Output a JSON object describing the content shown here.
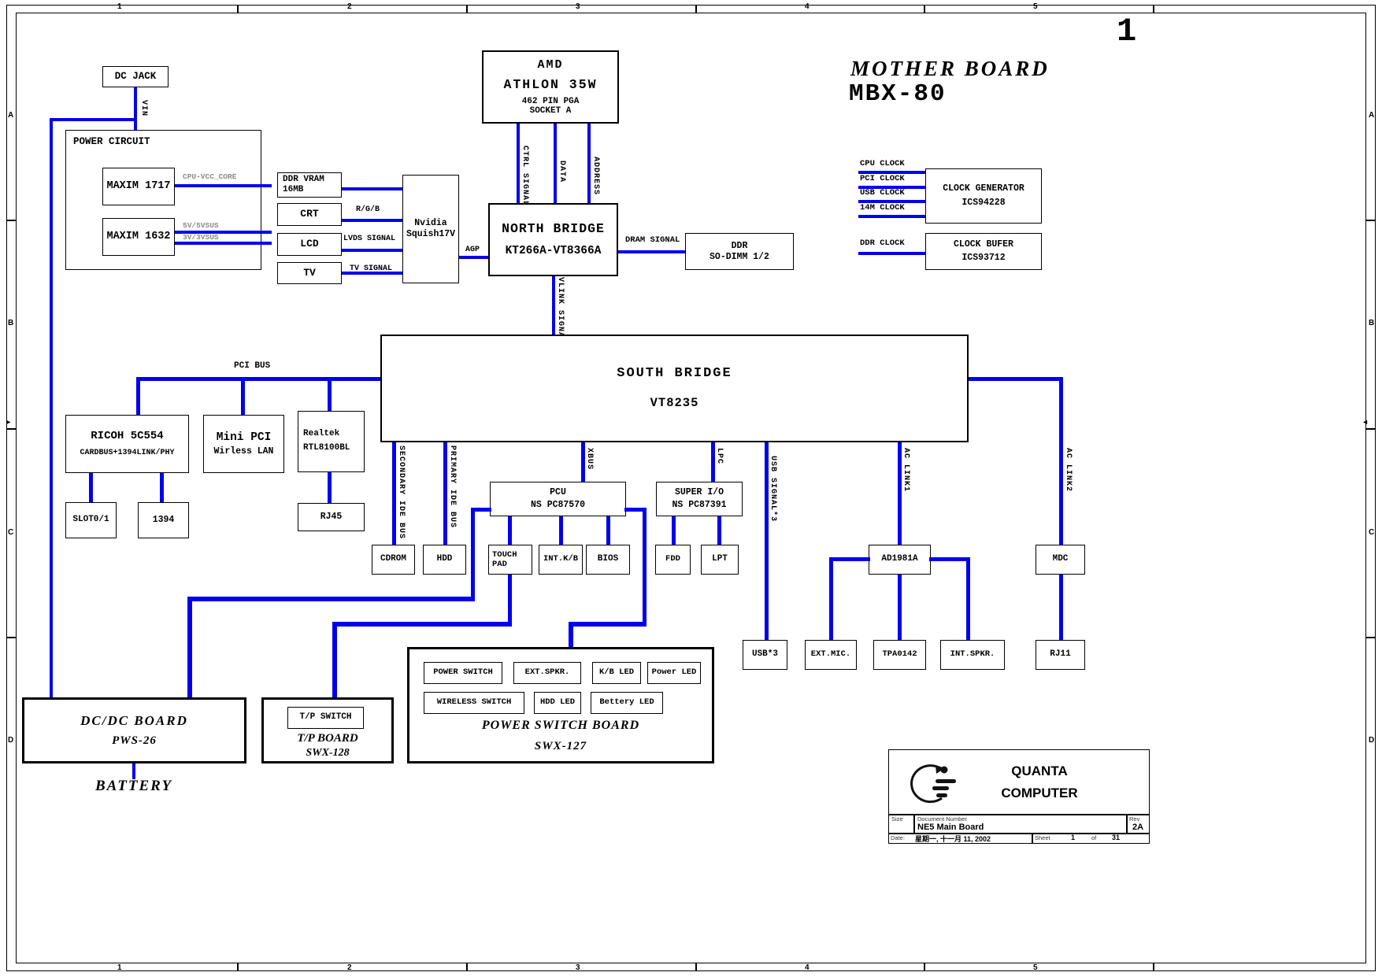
{
  "page": {
    "number": "1",
    "title": "MOTHER BOARD",
    "model": "MBX-80"
  },
  "zones": {
    "c1": "1",
    "c2": "2",
    "c3": "3",
    "c4": "4",
    "c5": "5",
    "rA": "A",
    "rB": "B",
    "rC": "C",
    "rD": "D"
  },
  "frame": {
    "arrow_left": "►",
    "arrow_right": "◄"
  },
  "colors": {
    "wire": "#0000EE",
    "gray_label": "#8a8a8a"
  },
  "blocks": {
    "dc_jack": "DC JACK",
    "power_circuit": "POWER CIRCUIT",
    "maxim1717": "MAXIM 1717",
    "maxim1632": "MAXIM 1632",
    "cpu": {
      "l1": "AMD",
      "l2": "ATHLON 35W",
      "l3": "462 PIN PGA",
      "l4": "SOCKET A"
    },
    "ddr_vram": {
      "l1": "DDR VRAM",
      "l2": "16MB"
    },
    "crt": "CRT",
    "lcd": "LCD",
    "tv": "TV",
    "nvidia": {
      "l1": "Nvidia",
      "l2": "Squish17V"
    },
    "north_bridge": {
      "l1": "NORTH BRIDGE",
      "l2": "KT266A-VT8366A"
    },
    "ddr_sodimm": {
      "l1": "DDR",
      "l2": "SO-DIMM 1/2"
    },
    "clock_gen": {
      "l1": "CLOCK GENERATOR",
      "l2": "ICS94228"
    },
    "clock_buf": {
      "l1": "CLOCK BUFER",
      "l2": "ICS93712"
    },
    "south_bridge": {
      "l1": "SOUTH BRIDGE",
      "l2": "VT8235"
    },
    "ricoh": {
      "l1": "RICOH 5C554",
      "l2": "CARDBUS+1394LINK/PHY"
    },
    "mini_pci": {
      "l1": "Mini PCI",
      "l2": "Wirless LAN"
    },
    "realtek": {
      "l1": "Realtek",
      "l2": "RTL8100BL"
    },
    "slot01": "SLOT0/1",
    "p1394": "1394",
    "rj45": "RJ45",
    "pcu": {
      "l1": "PCU",
      "l2": "NS PC87570"
    },
    "superio": {
      "l1": "SUPER I/O",
      "l2": "NS PC87391"
    },
    "cdrom": "CDROM",
    "hdd": "HDD",
    "touchpad": {
      "l1": "TOUCH",
      "l2": "PAD"
    },
    "intkb": "INT.K/B",
    "bios": "BIOS",
    "fdd": "FDD",
    "lpt": "LPT",
    "ad1981a": "AD1981A",
    "mdc": "MDC",
    "usb3": "USB*3",
    "extmic": "EXT.MIC.",
    "tpa0142": "TPA0142",
    "intspkr": "INT.SPKR.",
    "rj11": "RJ11",
    "dcdc": {
      "l1": "DC/DC BOARD",
      "l2": "PWS-26"
    },
    "battery": "BATTERY",
    "tp_board": {
      "l1": "T/P BOARD",
      "l2": "SWX-128"
    },
    "tp_switch": "T/P SWITCH",
    "psb": {
      "l1": "POWER SWITCH BOARD",
      "l2": "SWX-127"
    },
    "power_switch": "POWER SWITCH",
    "ext_spkr": "EXT.SPKR.",
    "kb_led": "K/B LED",
    "power_led": "Power LED",
    "wireless_switch": "WIRELESS SWITCH",
    "hdd_led": "HDD LED",
    "bettery_led": "Bettery LED"
  },
  "wire_labels": {
    "vin": "VIN",
    "cpu_vcc_core": "CPU-VCC_CORE",
    "v5": "5V/5VSUS",
    "v3": "3V/3VSUS",
    "rgb": "R/G/B",
    "lvds": "LVDS SIGNAL",
    "tv_signal": "TV SIGNAL",
    "agp": "AGP",
    "ctrl": "CTRL SIGNAL",
    "data": "DATA",
    "address": "ADDRESS",
    "dram": "DRAM SIGNAL",
    "vlink": "VLINK SIGNAL",
    "pci_bus": "PCI BUS",
    "cpu_clock": "CPU CLOCK",
    "pci_clock": "PCI CLOCK",
    "usb_clock": "USB CLOCK",
    "m14_clock": "14M CLOCK",
    "ddr_clock": "DDR CLOCK",
    "sec_ide": "SECONDARY IDE BUS",
    "pri_ide": "PRIMARY IDE BUS",
    "xbus": "XBUS",
    "lpc": "LPC",
    "usb_sig": "USB SIGNAL*3",
    "ac_link1": "AC LINK1",
    "ac_link2": "AC LINK2"
  },
  "title_block": {
    "brand_l1": "QUANTA",
    "brand_l2": "COMPUTER",
    "size_label": "Size",
    "doc_label": "Document Number",
    "doc_value": "NE5 Main Board",
    "rev_label": "Rev",
    "rev_value": "2A",
    "date_label": "Date:",
    "date_value": "星期一, 十一月 11, 2002",
    "sheet_label": "Sheet",
    "sheet_no": "1",
    "of_label": "of",
    "sheet_total": "31"
  }
}
